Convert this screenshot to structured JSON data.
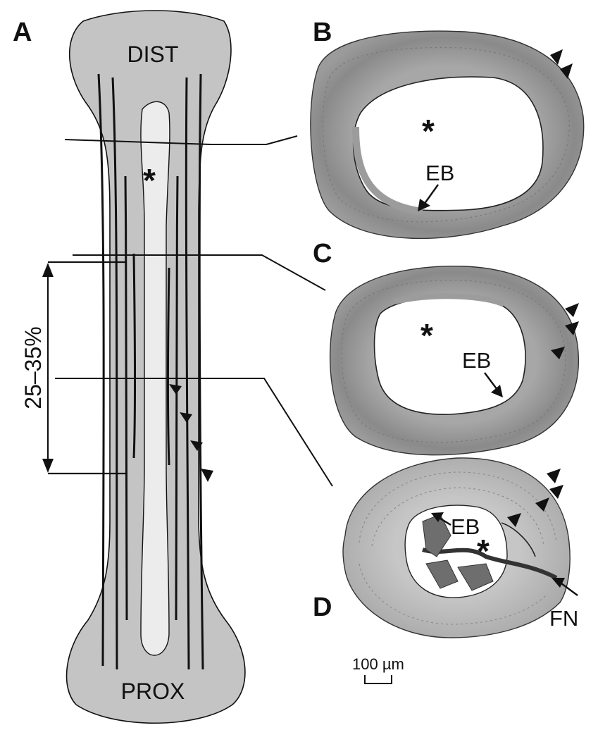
{
  "panels": {
    "a": {
      "letter": "A",
      "dist_label": "DIST",
      "prox_label": "PROX",
      "range_label": "25–35%",
      "asterisk": "*"
    },
    "b": {
      "letter": "B",
      "eb_label": "EB",
      "asterisk": "*"
    },
    "c": {
      "letter": "C",
      "eb_label": "EB",
      "asterisk": "*"
    },
    "d": {
      "letter": "D",
      "eb_label": "EB",
      "fn_label": "FN",
      "asterisk": "*"
    }
  },
  "scale_bar": {
    "label": "100 µm"
  },
  "colors": {
    "bone_fill": "#c4c4c4",
    "marrow_fill": "#ececec",
    "section_cortex": "#8e8e8e",
    "section_cortex_light": "#b8b8b8",
    "ink": "#111111"
  }
}
